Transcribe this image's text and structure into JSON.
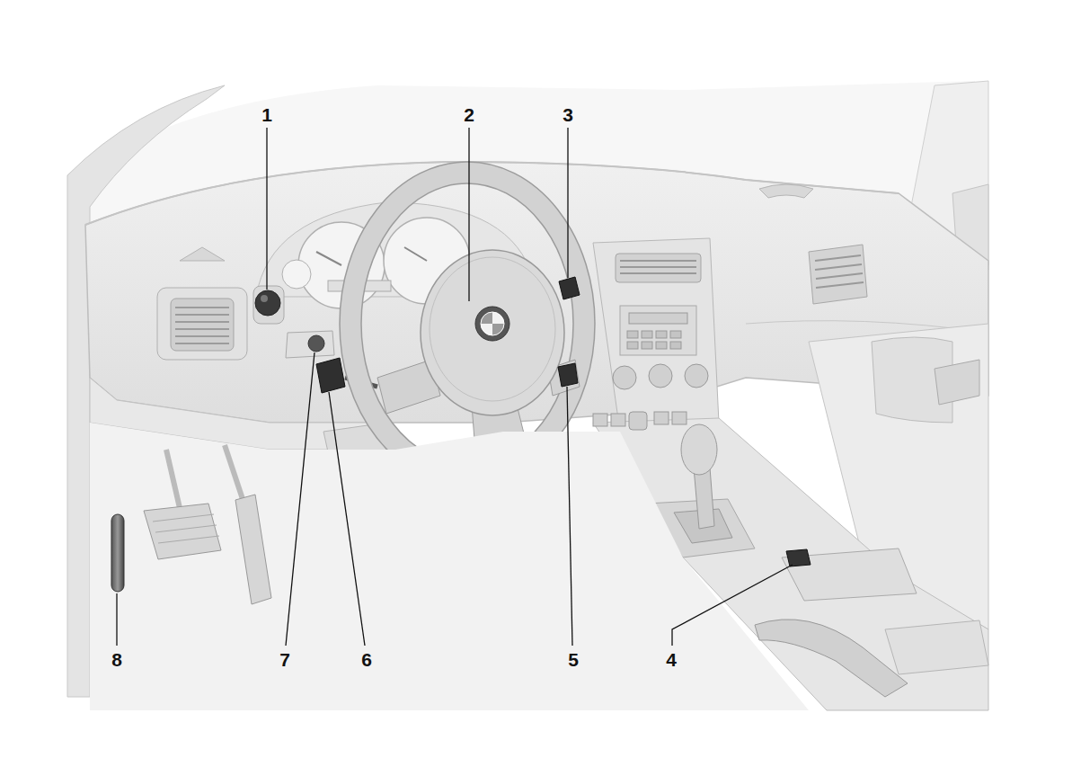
{
  "diagram": {
    "labels": [
      "1",
      "2",
      "3",
      "8",
      "7",
      "6",
      "5",
      "4"
    ]
  }
}
